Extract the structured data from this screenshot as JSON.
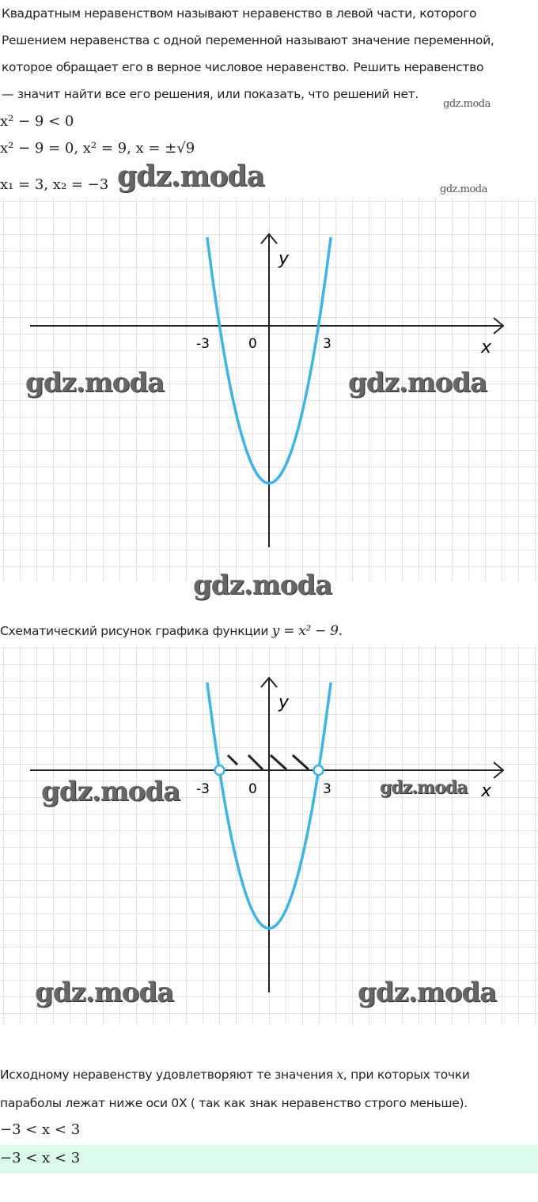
{
  "intro": {
    "line1": "Квадратным неравенством называют неравенство в левой части, которого",
    "line2": "Решением неравенства с одной переменной называют значение переменной,",
    "line3": "которое обращает его в верное числовое неравенство. Решить неравенство",
    "line4": "— значит найти все его решения, или показать, что решений нет."
  },
  "math": {
    "ineq": "x² − 9  <  0",
    "eq": "x² − 9  =  0, x² = 9, x = ±√9",
    "roots": "x₁ = 3, x₂ = −3"
  },
  "watermark": "gdz.moda",
  "graph1": {
    "y_label": "y",
    "x_label": "x",
    "tick_neg": "-3",
    "tick_zero": "0",
    "tick_pos": "3"
  },
  "caption": {
    "text": "Схематический рисунок графика функции ",
    "formula": "y = x² − 9."
  },
  "graph2": {
    "y_label": "y",
    "x_label": "x",
    "tick_neg": "-3",
    "tick_zero": "0",
    "tick_pos": "3"
  },
  "conclusion": {
    "line1a": "Исходному неравенству удовлетворяют те значения ",
    "line1x": "x",
    "line1b": ", при которых точки",
    "line2": "параболы лежат ниже оси 0X ( так как знак неравенство строго меньше).",
    "result": "−3  <  x  <  3",
    "answer": "−3  <  x  <  3"
  },
  "colors": {
    "curve": "#3bb6ea",
    "answer_bg": "#dafbea"
  }
}
